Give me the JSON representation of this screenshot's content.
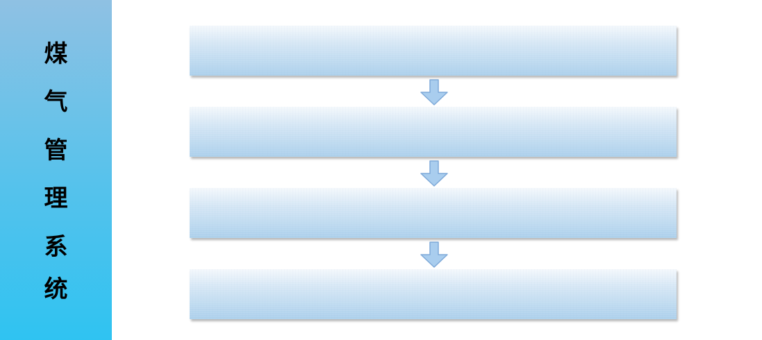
{
  "side_panel": {
    "title_chars": [
      "煤",
      "气",
      "管",
      "理",
      "系",
      "统"
    ]
  },
  "flow": {
    "steps": [
      {
        "label": ""
      },
      {
        "label": ""
      },
      {
        "label": ""
      },
      {
        "label": ""
      }
    ],
    "arrow_icon": "down-arrow-icon"
  },
  "colors": {
    "side_top": "#8fc1e3",
    "side_bottom": "#2fc3f1",
    "box_light": "#f4f8fc",
    "box_dark": "#acd0ec",
    "arrow_fill": "#a9cdee",
    "arrow_stroke": "#7ea9d8"
  }
}
